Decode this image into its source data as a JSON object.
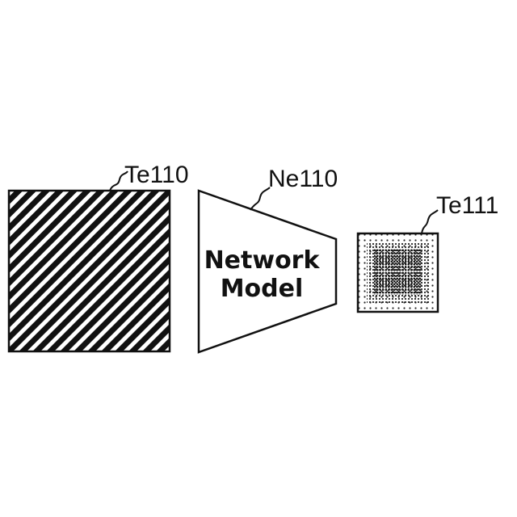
{
  "input_image": {
    "label": "Te110"
  },
  "network": {
    "label": "Ne110",
    "line1": "Network",
    "line2": "Model"
  },
  "output_image": {
    "label": "Te111"
  }
}
